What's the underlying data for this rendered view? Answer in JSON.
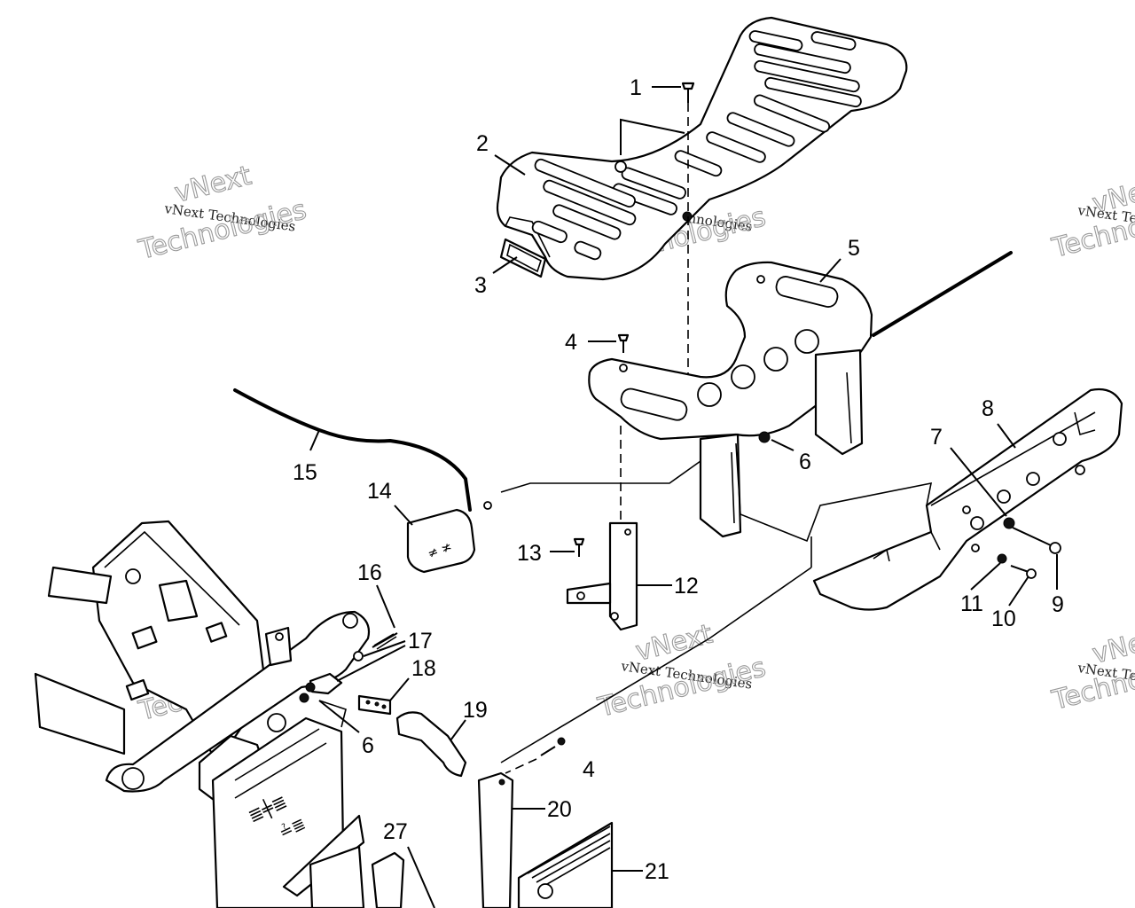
{
  "watermark": {
    "line_small": "vNext Technologies",
    "line_top": "vNext",
    "line_bottom": "Technologies"
  },
  "callouts": {
    "c1": "1",
    "c2": "2",
    "c3": "3",
    "c4a": "4",
    "c4b": "4",
    "c5": "5",
    "c6a": "6",
    "c6b": "6",
    "c7": "7",
    "c8": "8",
    "c9": "9",
    "c10": "10",
    "c11": "11",
    "c12": "12",
    "c13": "13",
    "c14": "14",
    "c15": "15",
    "c16": "16",
    "c17": "17",
    "c18": "18",
    "c19": "19",
    "c20": "20",
    "c21": "21",
    "c27": "27"
  },
  "colors": {
    "line": "#000000",
    "background": "#ffffff",
    "watermark": "#9a9a9a"
  }
}
